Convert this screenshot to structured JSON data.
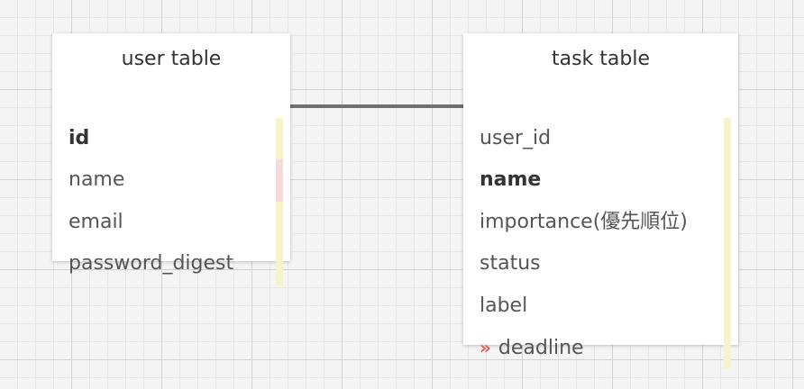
{
  "tables": [
    {
      "id": "user",
      "title": "user table",
      "columns": [
        {
          "name": "id",
          "key": true,
          "marker": null,
          "strip_color": "#f4f3c9"
        },
        {
          "name": "name",
          "key": false,
          "marker": null,
          "strip_color": "#f9dada"
        },
        {
          "name": "email",
          "key": false,
          "marker": null,
          "strip_color": "#f4f3c9"
        },
        {
          "name": "password_digest",
          "key": false,
          "marker": null,
          "strip_color": "#f4f3c9"
        }
      ]
    },
    {
      "id": "task",
      "title": "task table",
      "columns": [
        {
          "name": "user_id",
          "key": false,
          "marker": null,
          "strip_color": "#f4f3c9"
        },
        {
          "name": "name",
          "key": true,
          "marker": null,
          "strip_color": "#f4f3c9"
        },
        {
          "name": "importance(優先順位)",
          "key": false,
          "marker": null,
          "strip_color": "#f4f3c9"
        },
        {
          "name": "status",
          "key": false,
          "marker": null,
          "strip_color": "#f4f3c9"
        },
        {
          "name": "label",
          "key": false,
          "marker": null,
          "strip_color": "#f4f3c9"
        },
        {
          "name": "deadline",
          "key": false,
          "marker": "»",
          "strip_color": "#f4f3c9"
        }
      ]
    }
  ],
  "relationship": {
    "from": "user.id",
    "to": "task.user_id",
    "line_color": "#707070"
  },
  "colors": {
    "canvas_background": "#f4f4f4",
    "grid_minor": "#e6e6e6",
    "grid_major": "#d2d2d2",
    "marker": "#e0615a"
  }
}
